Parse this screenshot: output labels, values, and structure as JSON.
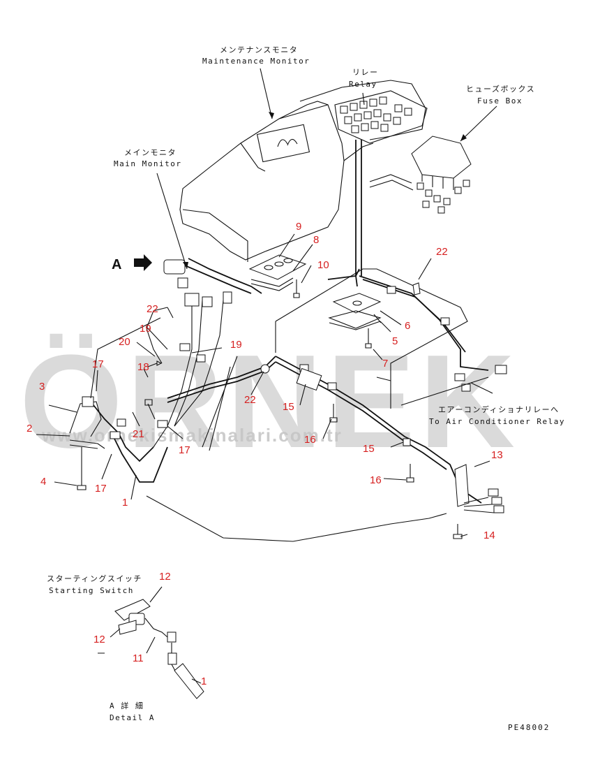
{
  "watermark": {
    "text": "ÖRNEK",
    "url": "www.ornekismakinalari.com.tr"
  },
  "labels": {
    "maintenance_monitor_jp": "メンテナンスモニタ",
    "maintenance_monitor_en": "Maintenance Monitor",
    "relay_jp": "リレー",
    "relay_en": "Relay",
    "fuse_box_jp": "ヒューズボックス",
    "fuse_box_en": "Fuse Box",
    "main_monitor_jp": "メインモニタ",
    "main_monitor_en": "Main Monitor",
    "view_a": "A",
    "air_cond_jp": "エアーコンディショナリレーへ",
    "air_cond_en": "To Air Conditioner Relay",
    "starting_switch_jp": "スターティングスイッチ",
    "starting_switch_en": "Starting Switch",
    "detail_a_jp": "A 詳 細",
    "detail_a_en": "Detail A",
    "drawing_code": "PE48002"
  },
  "callouts": {
    "n1a": "1",
    "n1b": "1",
    "n2": "2",
    "n3": "3",
    "n4": "4",
    "n5": "5",
    "n6": "6",
    "n7": "7",
    "n8": "8",
    "n9": "9",
    "n10": "10",
    "n11": "11",
    "n12a": "12",
    "n12b": "12",
    "n13": "13",
    "n14": "14",
    "n15a": "15",
    "n15b": "15",
    "n16a": "16",
    "n16b": "16",
    "n17a": "17",
    "n17b": "17",
    "n17c": "17",
    "n18": "18",
    "n19a": "19",
    "n19b": "19",
    "n20": "20",
    "n21": "21",
    "n22a": "22",
    "n22b": "22",
    "n22c": "22"
  }
}
